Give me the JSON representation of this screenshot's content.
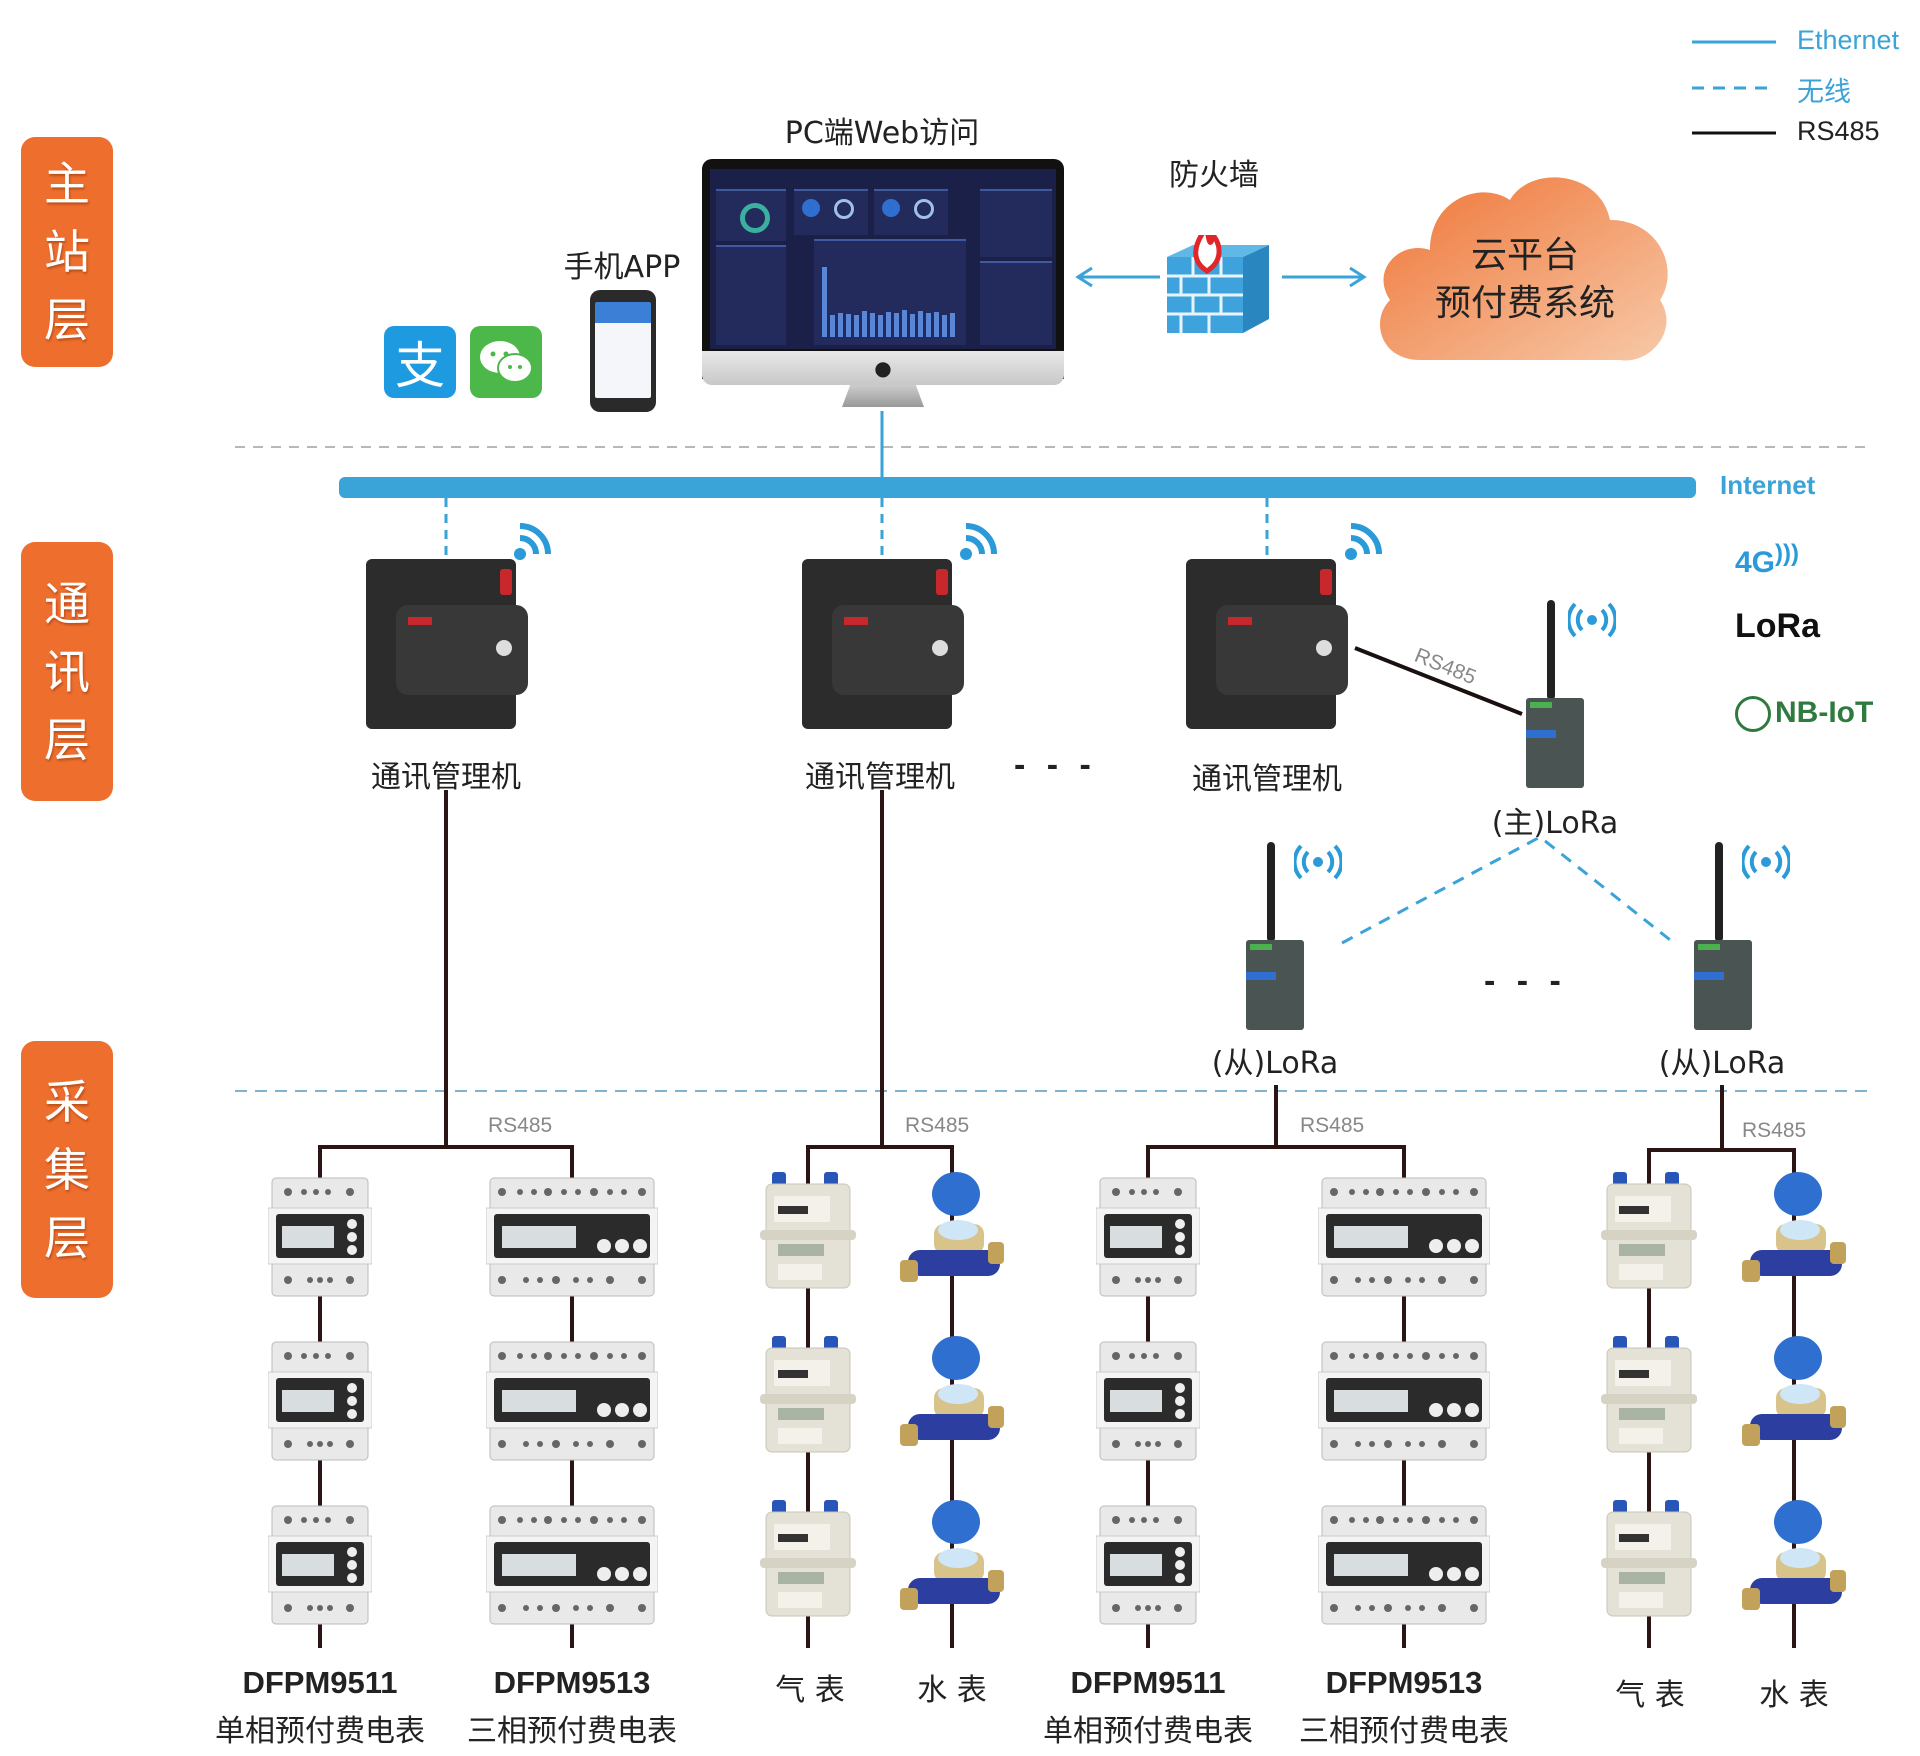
{
  "legend": [
    {
      "label": "Ethernet",
      "style": "solid",
      "color": "#3aa3d8"
    },
    {
      "label": "无线",
      "style": "dashed",
      "color": "#3aa3d8"
    },
    {
      "label": "RS485",
      "style": "solid",
      "color": "#111111"
    }
  ],
  "layers": [
    {
      "chars": [
        "主",
        "站",
        "层"
      ]
    },
    {
      "chars": [
        "通",
        "讯",
        "层"
      ]
    },
    {
      "chars": [
        "采",
        "集",
        "层"
      ]
    }
  ],
  "colors": {
    "layer_tab": "#ee6e2d",
    "ethernet": "#3aa3d8",
    "rs485": "#2a1414",
    "cloud": "#f08a52"
  },
  "master_station": {
    "pc_label": "PC端Web访问",
    "app_label": "手机APP",
    "payment_icons": [
      "alipay-icon",
      "wechat-icon"
    ],
    "firewall_label": "防火墙",
    "cloud_line1": "云平台",
    "cloud_line2": "预付费系统"
  },
  "network": {
    "internet_label": "Internet",
    "technologies": [
      "4G",
      "LoRa",
      "NB-IoT"
    ]
  },
  "comm_layer": {
    "managers": [
      {
        "label": "通讯管理机"
      },
      {
        "label": "通讯管理机"
      },
      {
        "label": "通讯管理机"
      }
    ],
    "ellipsis": "- - -",
    "rs485_link_label": "RS485",
    "master_lora_label": "(主)LoRa",
    "slave_lora_labels": [
      "(从)LoRa",
      "(从)LoRa"
    ],
    "lora_ellipsis": "- - -"
  },
  "collection_layer": {
    "bus_labels": [
      "RS485",
      "RS485",
      "RS485",
      "RS485"
    ],
    "groups": [
      {
        "model": "DFPM9511",
        "desc": "单相预付费电表"
      },
      {
        "model": "DFPM9513",
        "desc": "三相预付费电表"
      },
      {
        "model": "",
        "desc": "气 表"
      },
      {
        "model": "",
        "desc": "水 表"
      },
      {
        "model": "DFPM9511",
        "desc": "单相预付费电表"
      },
      {
        "model": "DFPM9513",
        "desc": "三相预付费电表"
      },
      {
        "model": "",
        "desc": "气 表"
      },
      {
        "model": "",
        "desc": "水 表"
      }
    ]
  }
}
